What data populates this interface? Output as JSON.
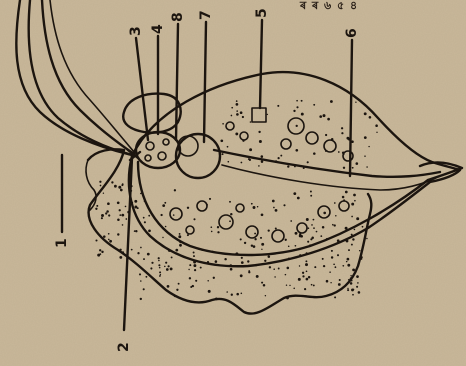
{
  "header_fragment": "ৰ ৰ ৬ ৫ ৪",
  "labels": [
    {
      "id": "1",
      "text": "1"
    },
    {
      "id": "2",
      "text": "2"
    },
    {
      "id": "3",
      "text": "3"
    },
    {
      "id": "4",
      "text": "4"
    },
    {
      "id": "5",
      "text": "5"
    },
    {
      "id": "6",
      "text": "6"
    },
    {
      "id": "7",
      "text": "7"
    },
    {
      "id": "8",
      "text": "8"
    }
  ],
  "colors": {
    "paper": "#c9b89a",
    "ink": "#1c150f"
  }
}
